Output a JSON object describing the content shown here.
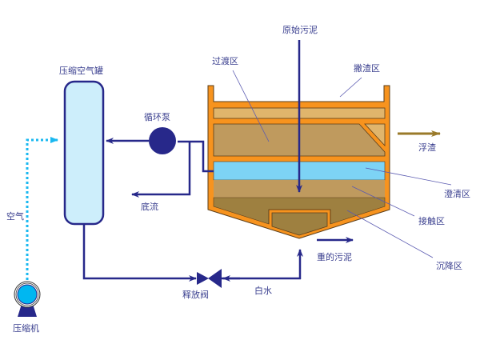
{
  "labels": {
    "tank": "压缩空气罐",
    "pump": "循环泵",
    "underflow": "底流",
    "air": "空气",
    "compressor": "压缩机",
    "release_valve": "释放阀",
    "white_water": "白水",
    "raw_sludge": "原始污泥",
    "transition_zone": "过渡区",
    "skimming_zone": "撇渣区",
    "float_scum": "浮渣",
    "clarification_zone": "澄清区",
    "contact_zone": "接触区",
    "settling_zone": "沉降区",
    "heavy_sludge": "重的污泥"
  },
  "colors": {
    "pipe": "#27288a",
    "air_line": "#1ab8f0",
    "tank_fill": "#cdeefb",
    "frame": "#f7931e",
    "frame_edge": "#5a3d1a",
    "skim_layer": "#e0b56c",
    "transition_layer": "#bf9a5e",
    "clear_water": "#7dd3f5",
    "contact_layer": "#bf9a5e",
    "settling_layer": "#9e8040",
    "scum_arrow": "#9a7a2a",
    "label": "#3a3f8f"
  }
}
